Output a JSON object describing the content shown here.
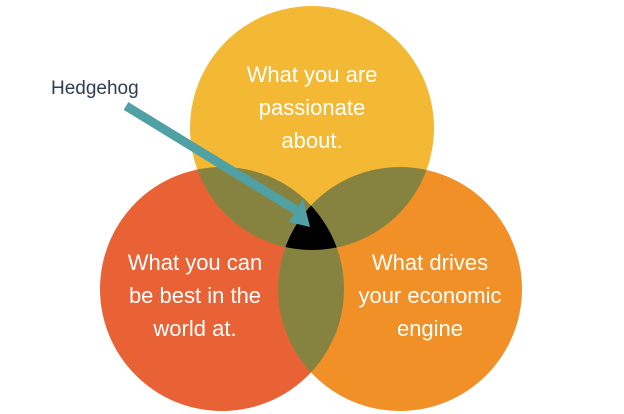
{
  "annotation": {
    "label": "Hedgehog"
  },
  "circles": {
    "top": {
      "lines": [
        "What you are",
        "passionate",
        "about."
      ],
      "color": "#F3B934"
    },
    "left": {
      "lines": [
        "What you can",
        "be best in the",
        "world at."
      ],
      "color": "#E86235"
    },
    "right": {
      "lines": [
        "What drives",
        "your economic",
        "engine"
      ],
      "color": "#F09026"
    }
  },
  "colors": {
    "overlap": "#868340",
    "center": "#000000",
    "arrow": "#4FA1A5"
  }
}
